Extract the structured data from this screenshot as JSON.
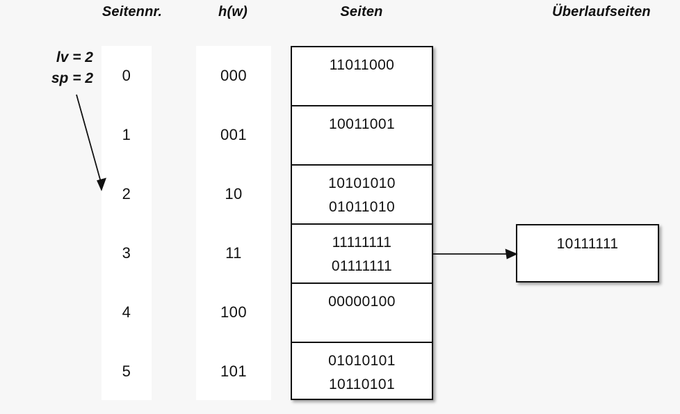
{
  "headers": {
    "seitennr": "Seitennr.",
    "hw": "h(w)",
    "seiten": "Seiten",
    "ueberlaufseiten": "Überlaufseiten"
  },
  "params": {
    "lv": "lv = 2",
    "sp": "sp = 2"
  },
  "directory": {
    "page_numbers": [
      "0",
      "1",
      "2",
      "3",
      "4",
      "5"
    ],
    "hash_values": [
      "000",
      "001",
      "10",
      "11",
      "100",
      "101"
    ]
  },
  "pages": [
    {
      "lines": [
        "11011000"
      ]
    },
    {
      "lines": [
        "10011001"
      ]
    },
    {
      "lines": [
        "10101010",
        "01011010"
      ]
    },
    {
      "lines": [
        "11111111",
        "01111111"
      ]
    },
    {
      "lines": [
        "00000100"
      ]
    },
    {
      "lines": [
        "01010101",
        "10110101"
      ]
    }
  ],
  "overflow_pages": [
    {
      "lines": [
        "10111111"
      ]
    }
  ],
  "colors": {
    "background": "#f7f7f7",
    "surface": "#ffffff",
    "stroke": "#111111",
    "text": "#111111"
  },
  "arrows": [
    {
      "name": "sp-pointer-arrow",
      "from": "params",
      "to": "page-number-2"
    },
    {
      "name": "overflow-link-arrow",
      "from": "page-row-3",
      "to": "overflow-page-0"
    }
  ]
}
